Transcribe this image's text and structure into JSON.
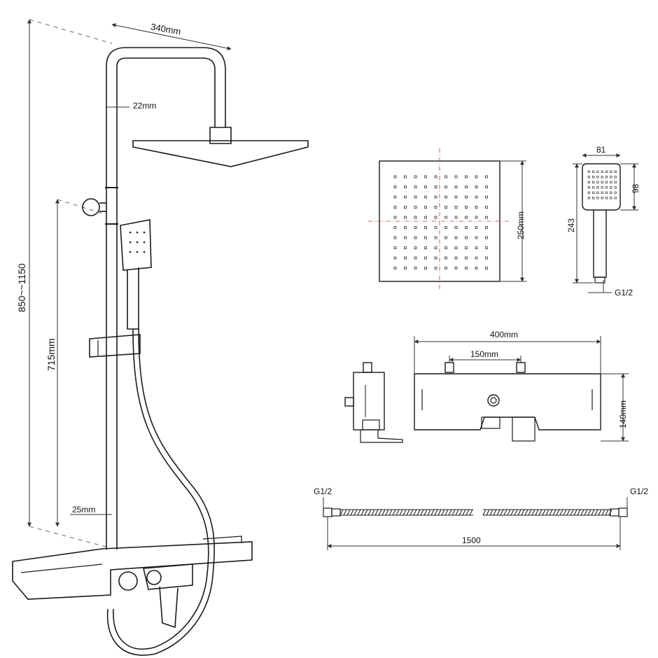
{
  "dimensions": {
    "arm_length": "340mm",
    "riser_diameter": "22mm",
    "total_height": "850~~1150",
    "slide_height": "715mm",
    "lower_diameter": "25mm",
    "head_size": "250mm",
    "hand_width": "81",
    "hand_face_height": "98",
    "hand_total_length": "243",
    "hand_thread": "G1/2",
    "valve_width": "400mm",
    "valve_spacing": "150mm",
    "valve_height": "140mm",
    "hose_left_thread": "G1/2",
    "hose_right_thread": "G1/2",
    "hose_length": "1500"
  },
  "colors": {
    "line": "#1a1a1a",
    "center_line": "#c0392b",
    "background": "#ffffff"
  }
}
